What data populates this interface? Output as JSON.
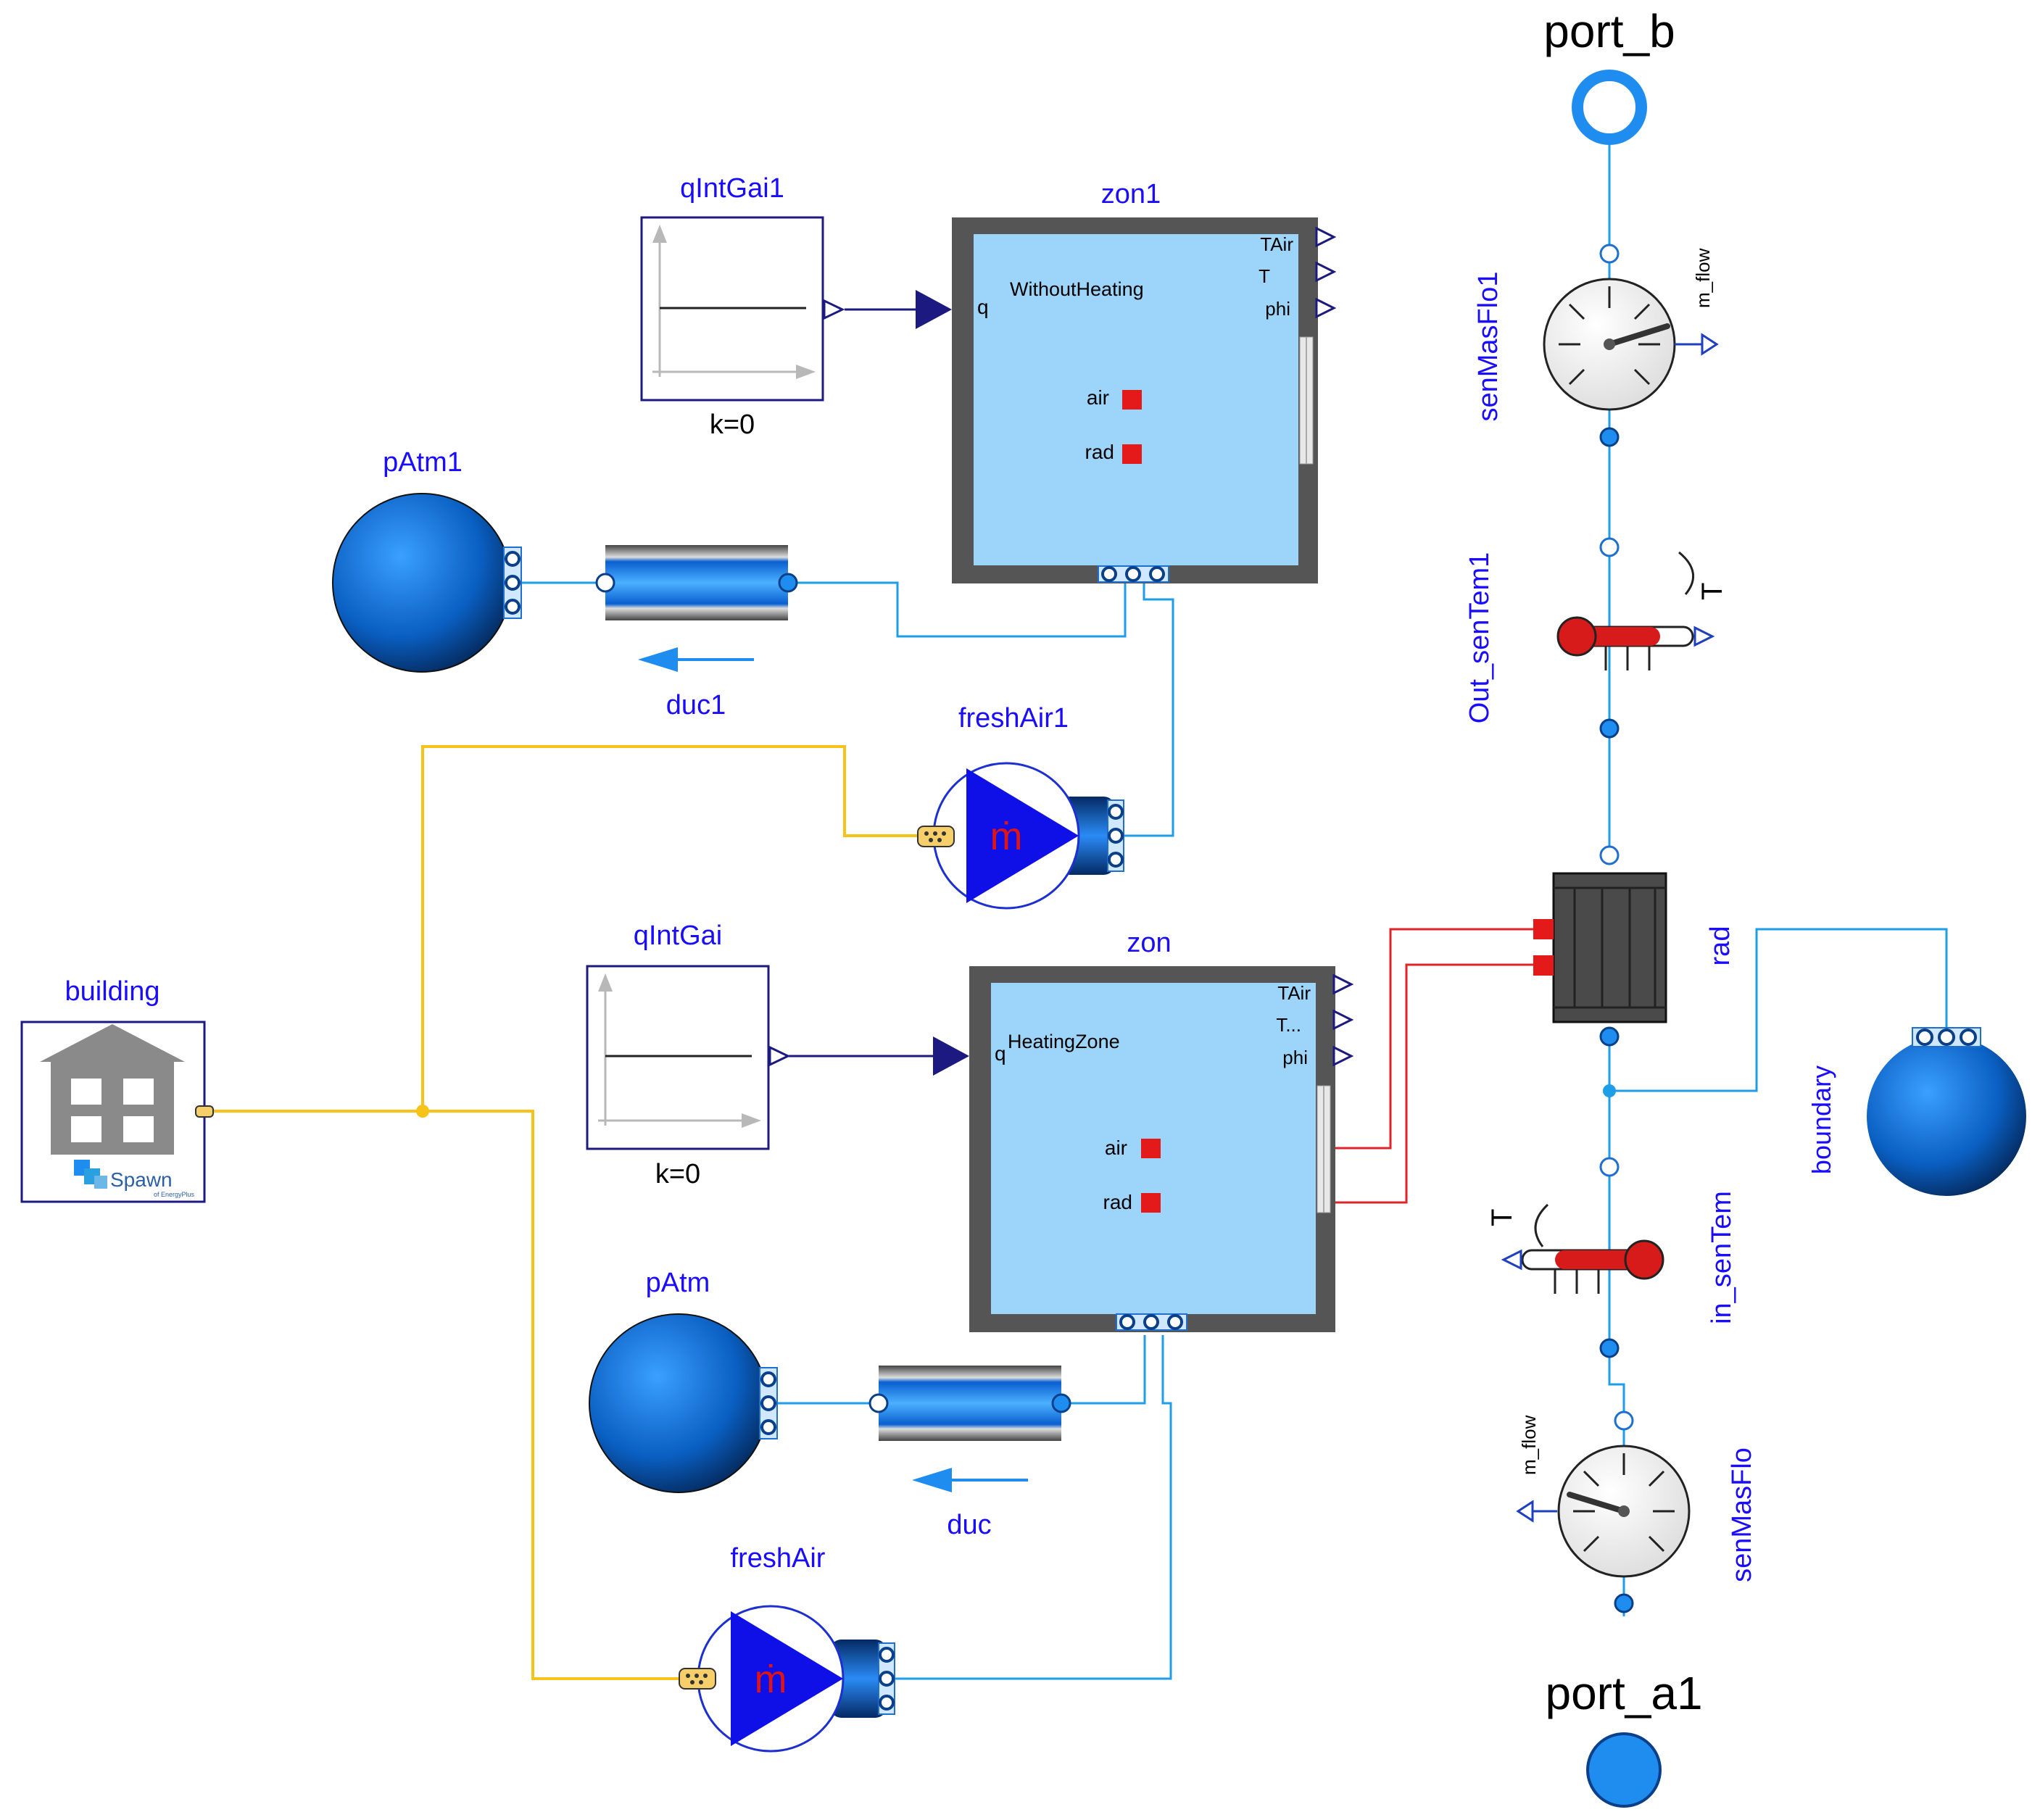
{
  "diagram": {
    "labels": {
      "port_b": "port_b",
      "port_a1": "port_a1",
      "senMasFlo1": "senMasFlo1",
      "senMasFlo": "senMasFlo",
      "out_senTem1": "Out_senTem1",
      "in_senTem": "in_senTem",
      "rad": "rad",
      "boundary": "boundary",
      "building": "building",
      "qIntGai1": "qIntGai1",
      "qIntGai": "qIntGai",
      "zon1": "zon1",
      "zon": "zon",
      "pAtm1": "pAtm1",
      "pAtm": "pAtm",
      "duc1": "duc1",
      "duc": "duc",
      "freshAir1": "freshAir1",
      "freshAir": "freshAir"
    },
    "zon1": {
      "name": "WithoutHeating",
      "q": "q",
      "out1": "TAir",
      "out2": "T",
      "out3": "phi",
      "air": "air",
      "rad": "rad"
    },
    "zon": {
      "name": "HeatingZone",
      "q": "q",
      "out1": "TAir",
      "out2": "T...",
      "out3": "phi",
      "air": "air",
      "rad": "rad"
    },
    "qIntGai1": {
      "param": "k=0"
    },
    "qIntGai": {
      "param": "k=0"
    },
    "senMasFlo1": {
      "output": "m_flow"
    },
    "senMasFlo": {
      "output": "m_flow"
    },
    "out_senTem1": {
      "output": "T"
    },
    "in_senTem": {
      "output": "T"
    },
    "fan": {
      "symbol": "ṁ"
    },
    "spawn": {
      "logo_text": "Spawn",
      "logo_sub": "of EnergyPlus"
    },
    "colors": {
      "label": "#1a0dff",
      "fluid_line": "#1f9ee8",
      "bus_line": "#f7c31a",
      "heat_line": "#e0242a",
      "signal_line": "#1c1a80",
      "zone_fill": "#9dd5fa",
      "zone_border": "#555555"
    }
  }
}
